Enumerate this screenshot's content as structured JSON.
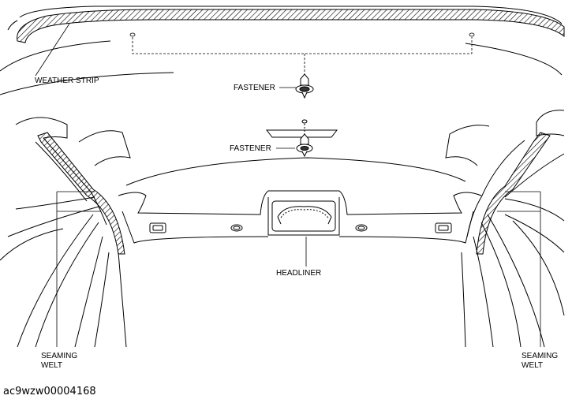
{
  "labels": {
    "weather_strip": "WEATHER STRIP",
    "fastener_upper": "FASTENER",
    "fastener_lower": "FASTENER",
    "headliner": "HEADLINER",
    "seaming_welt_left_1": "SEAMING",
    "seaming_welt_left_2": "WELT",
    "seaming_welt_right_1": "SEAMING",
    "seaming_welt_right_2": "WELT"
  },
  "caption": "ac9wzw00004168",
  "colors": {
    "line": "#000000",
    "background": "#ffffff",
    "hatch": "#000000"
  }
}
